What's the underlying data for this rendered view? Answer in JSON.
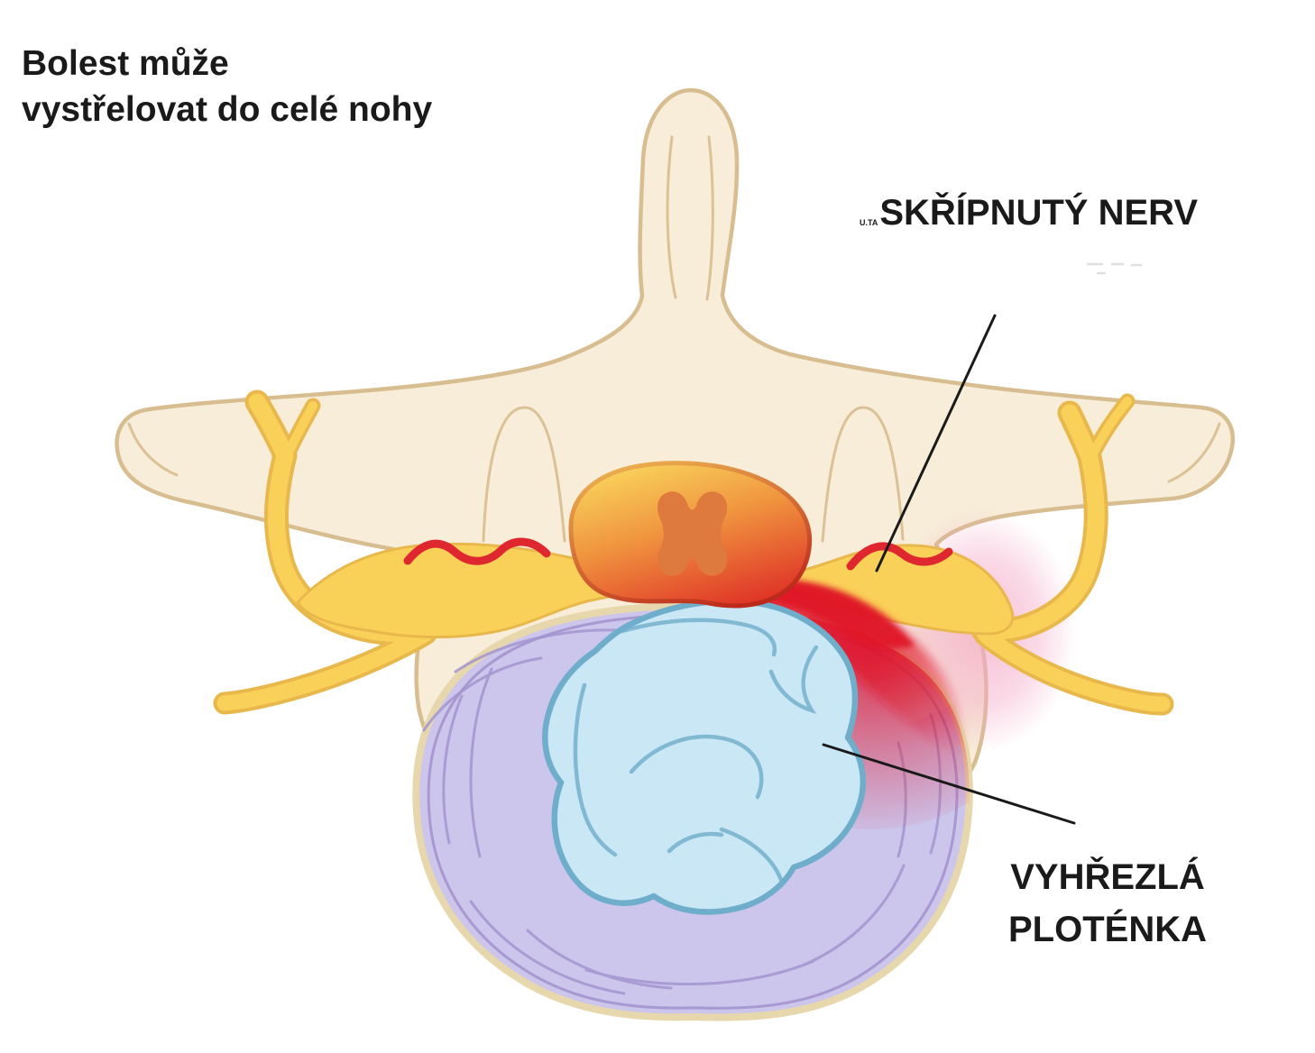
{
  "figure": {
    "note": {
      "line1": "Bolest může",
      "line2": "vystřelovat do celé nohy"
    },
    "labels": {
      "watermark": "U.TA",
      "pinched_nerve": "SKŘÍPNUTÝ NERV",
      "herniated_disc_line1": "VYHŘEZLÁ",
      "herniated_disc_line2": "PLOTÉNKA"
    }
  },
  "colors": {
    "background": "#FFFFFF",
    "text": "#1A1A1A",
    "pointer_line": "#1A1A1A",
    "bone_fill": "#F7EDD8",
    "bone_outline": "#D7BD8F",
    "nerve_fill": "#FAD158",
    "nerve_outline": "#E8B84C",
    "cord_yellow": "#F9D45C",
    "cord_orange": "#F0953F",
    "cord_red": "#DF3527",
    "cord_outline_light": "#ECB04F",
    "cord_outline_dark": "#BC2A1B",
    "gray_matter": "#DF7A3E",
    "annulus_fill": "#CCC5EC",
    "annulus_rim": "#9C8BC8",
    "annulus_lines": "#A395CF",
    "disc_outline": "#E7D7AC",
    "nucleus_fill": "#CAE7F6",
    "nucleus_outline": "#6FAECB",
    "inflammation_red": "#E01428",
    "pinch_red": "#DF2730",
    "glow_pink": "#F4AAC8",
    "artifact_gray": "#D8D8D8"
  }
}
